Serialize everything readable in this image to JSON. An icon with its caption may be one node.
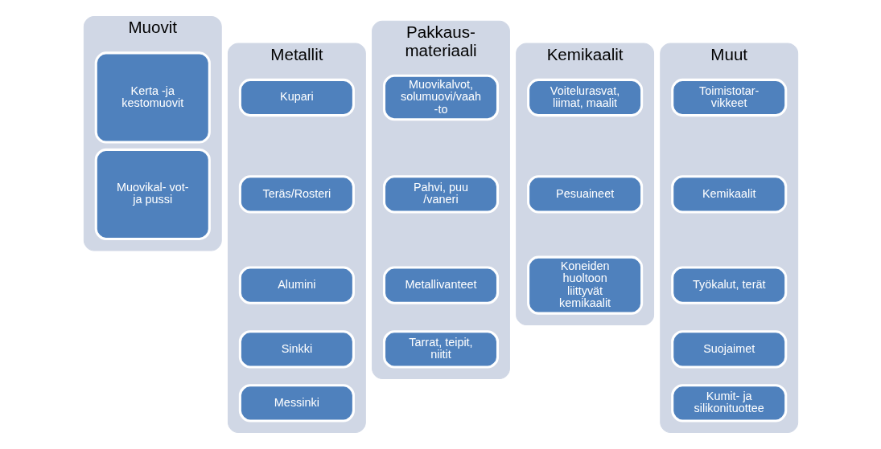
{
  "diagram": {
    "nodes": [
      {
        "text": [
          "Muovit"
        ]
      },
      {
        "text": [
          "Kerta -ja kestomuovit"
        ],
        "in": 0
      },
      {
        "text": [
          "Muovikal- vot- ja pussi"
        ],
        "in": 0
      },
      {
        "text": [
          "Metallit"
        ]
      },
      {
        "text": [
          "Kupari"
        ],
        "in": 3
      },
      {
        "text": [
          "Teräs/Rosteri"
        ],
        "in": 3
      },
      {
        "text": [
          "Alumini"
        ],
        "in": 3
      },
      {
        "text": [
          "Sinkki"
        ],
        "in": 3
      },
      {
        "text": [
          "Messinki"
        ],
        "in": 3
      },
      {
        "text": [
          "Pakkaus- materiaali"
        ]
      },
      {
        "text": [
          "Muovikalvot, solumuovi/vaah -to"
        ],
        "in": 9
      },
      {
        "text": [
          "Pahvi, puu /vaneri"
        ],
        "in": 9
      },
      {
        "text": [
          "Metallivanteet"
        ],
        "in": 9
      },
      {
        "text": [
          "Tarrat, teipit, niitit"
        ],
        "in": 9
      },
      {
        "text": [
          "Kemikaalit"
        ]
      },
      {
        "text": [
          "Voitelurasvat, liimat, maalit"
        ],
        "in": 14
      },
      {
        "text": [
          "Pesuaineet"
        ],
        "in": 14
      },
      {
        "text": [
          "Koneiden huoltoon liittyvät kemikaalit"
        ],
        "in": 14
      },
      {
        "text": [
          "Muut"
        ]
      },
      {
        "text": [
          "Toimistotar- vikkeet"
        ],
        "in": 18
      },
      {
        "text": [
          "Kemikaalit"
        ],
        "in": 18
      },
      {
        "text": [
          "Työkalut, terät"
        ],
        "in": 18
      },
      {
        "text": [
          "Suojaimet"
        ],
        "in": 18
      },
      {
        "text": [
          "Kumit- ja silikonituottee"
        ],
        "in": 18
      }
    ]
  }
}
